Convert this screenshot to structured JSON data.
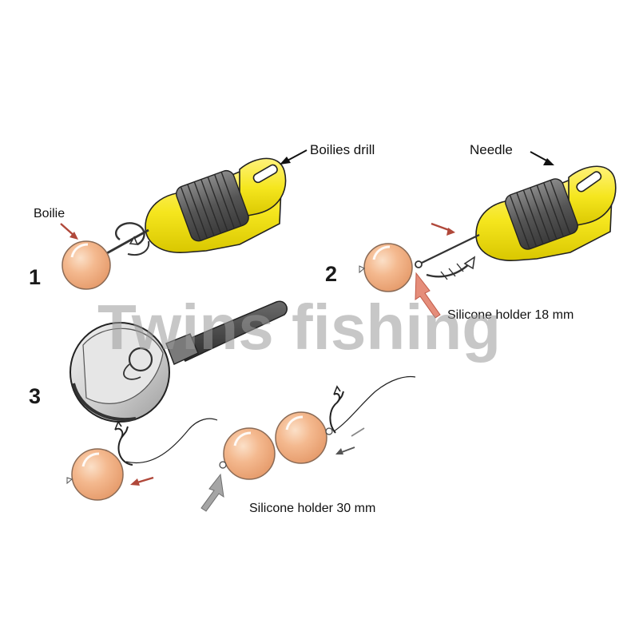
{
  "labels": {
    "boilies_drill": "Boilies drill",
    "boilie": "Boilie",
    "needle": "Needle",
    "silicone_18": "Silicone holder 18 mm",
    "silicone_30": "Silicone holder 30 mm"
  },
  "steps": [
    "1",
    "2",
    "3"
  ],
  "watermark": "Twins fishing",
  "colors": {
    "boilie": "#f2b184",
    "boilie_edge": "#8a6a55",
    "handle": "#f5e61e",
    "grip": "#5a5a5a",
    "arrow_red": "#b0483a",
    "arrow_salmon": "#e58d7a",
    "arrow_gray": "#a5a5a5"
  }
}
